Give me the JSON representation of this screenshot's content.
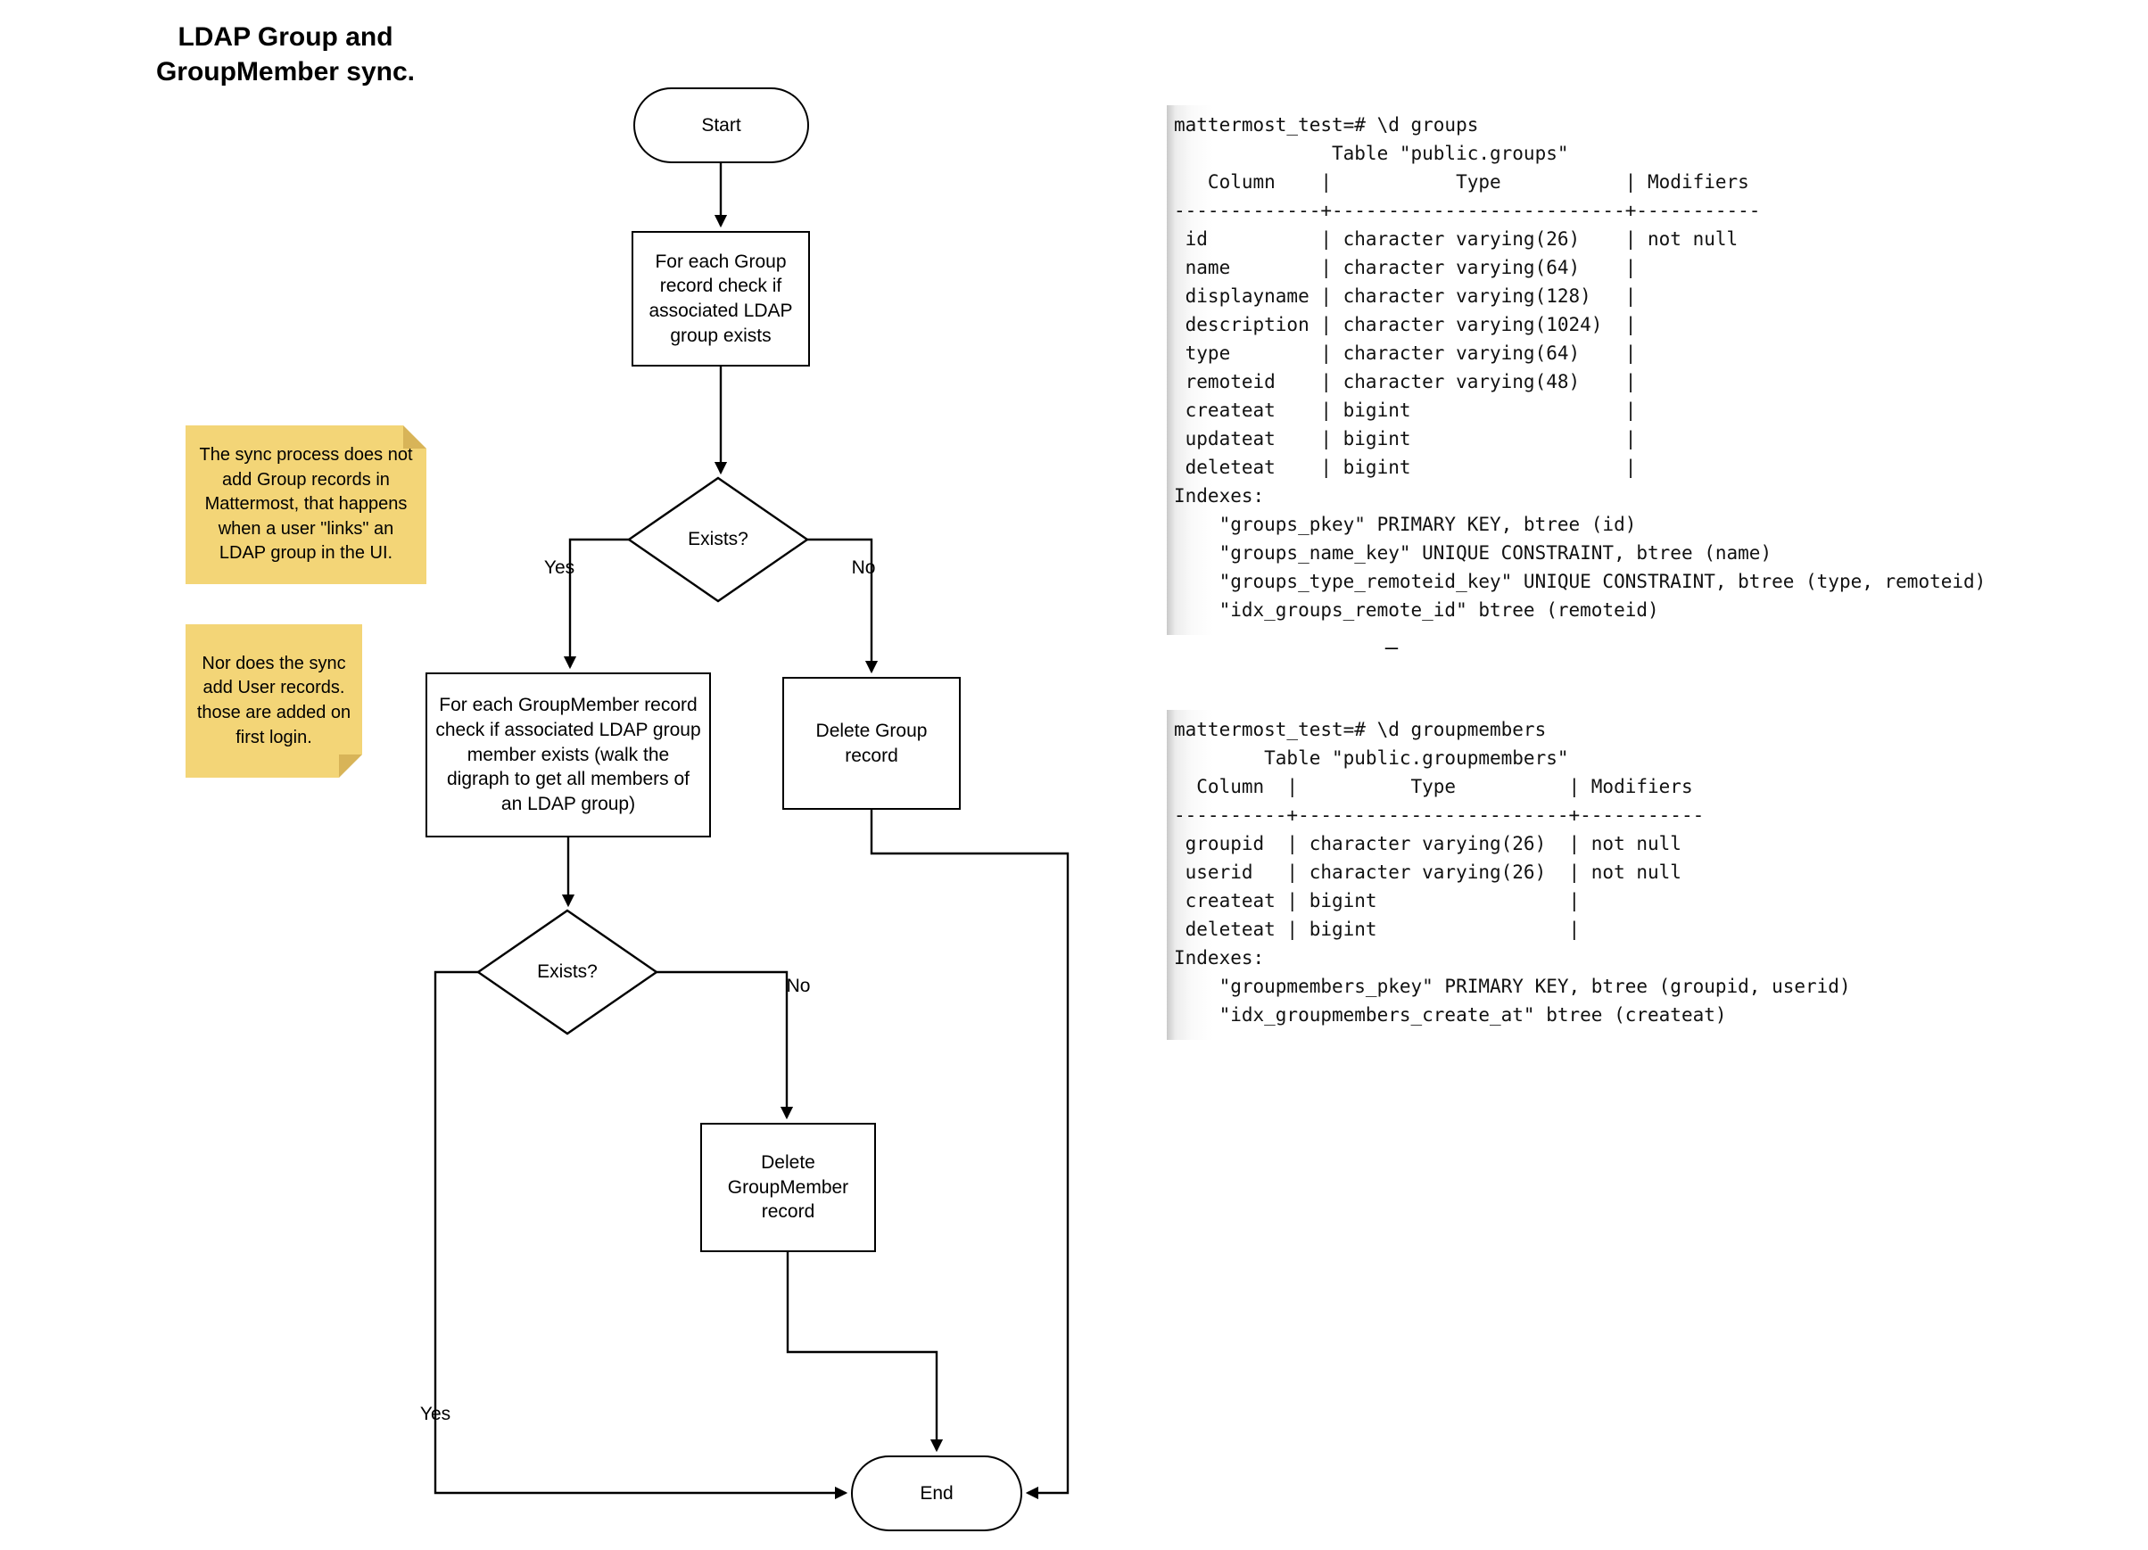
{
  "title": "LDAP Group and\nGroupMember sync.",
  "flowchart": {
    "start_label": "Start",
    "check_group_label": "For each Group record check if associated LDAP group exists",
    "exists1_label": "Exists?",
    "edge_yes1": "Yes",
    "edge_no1": "No",
    "check_groupmember_label": "For each GroupMember record check if associated LDAP group member exists (walk the digraph to get all members of an LDAP group)",
    "delete_group_label": "Delete Group record",
    "exists2_label": "Exists?",
    "edge_yes2": "Yes",
    "edge_no2": "No",
    "delete_groupmember_label": "Delete GroupMember record",
    "end_label": "End"
  },
  "notes": [
    {
      "text": "The sync process does not add Group records in Mattermost, that happens when a user \"links\" an LDAP group in the UI."
    },
    {
      "text": "Nor does the sync add User records. those are added on first login."
    }
  ],
  "terminals": [
    {
      "lines": [
        "mattermost_test=# \\d groups",
        "              Table \"public.groups\"",
        "   Column    |           Type           | Modifiers",
        "-------------+--------------------------+-----------",
        " id          | character varying(26)    | not null",
        " name        | character varying(64)    |",
        " displayname | character varying(128)   |",
        " description | character varying(1024)  |",
        " type        | character varying(64)    |",
        " remoteid    | character varying(48)    |",
        " createat    | bigint                   |",
        " updateat    | bigint                   |",
        " deleteat    | bigint                   |",
        "Indexes:",
        "    \"groups_pkey\" PRIMARY KEY, btree (id)",
        "    \"groups_name_key\" UNIQUE CONSTRAINT, btree (name)",
        "    \"groups_type_remoteid_key\" UNIQUE CONSTRAINT, btree (type, remoteid)",
        "    \"idx_groups_remote_id\" btree (remoteid)"
      ]
    },
    {
      "lines": [
        "mattermost_test=# \\d groupmembers",
        "        Table \"public.groupmembers\"",
        "  Column  |          Type          | Modifiers",
        "----------+------------------------+-----------",
        " groupid  | character varying(26)  | not null",
        " userid   | character varying(26)  | not null",
        " createat | bigint                 |",
        " deleteat | bigint                 |",
        "Indexes:",
        "    \"groupmembers_pkey\" PRIMARY KEY, btree (groupid, userid)",
        "    \"idx_groupmembers_create_at\" btree (createat)"
      ]
    }
  ],
  "separator_dash": "–",
  "colors": {
    "note_fill": "#F3D577",
    "note_fold": "#D8B458",
    "shape_fill": "#FFFFFF",
    "stroke": "#000000"
  }
}
